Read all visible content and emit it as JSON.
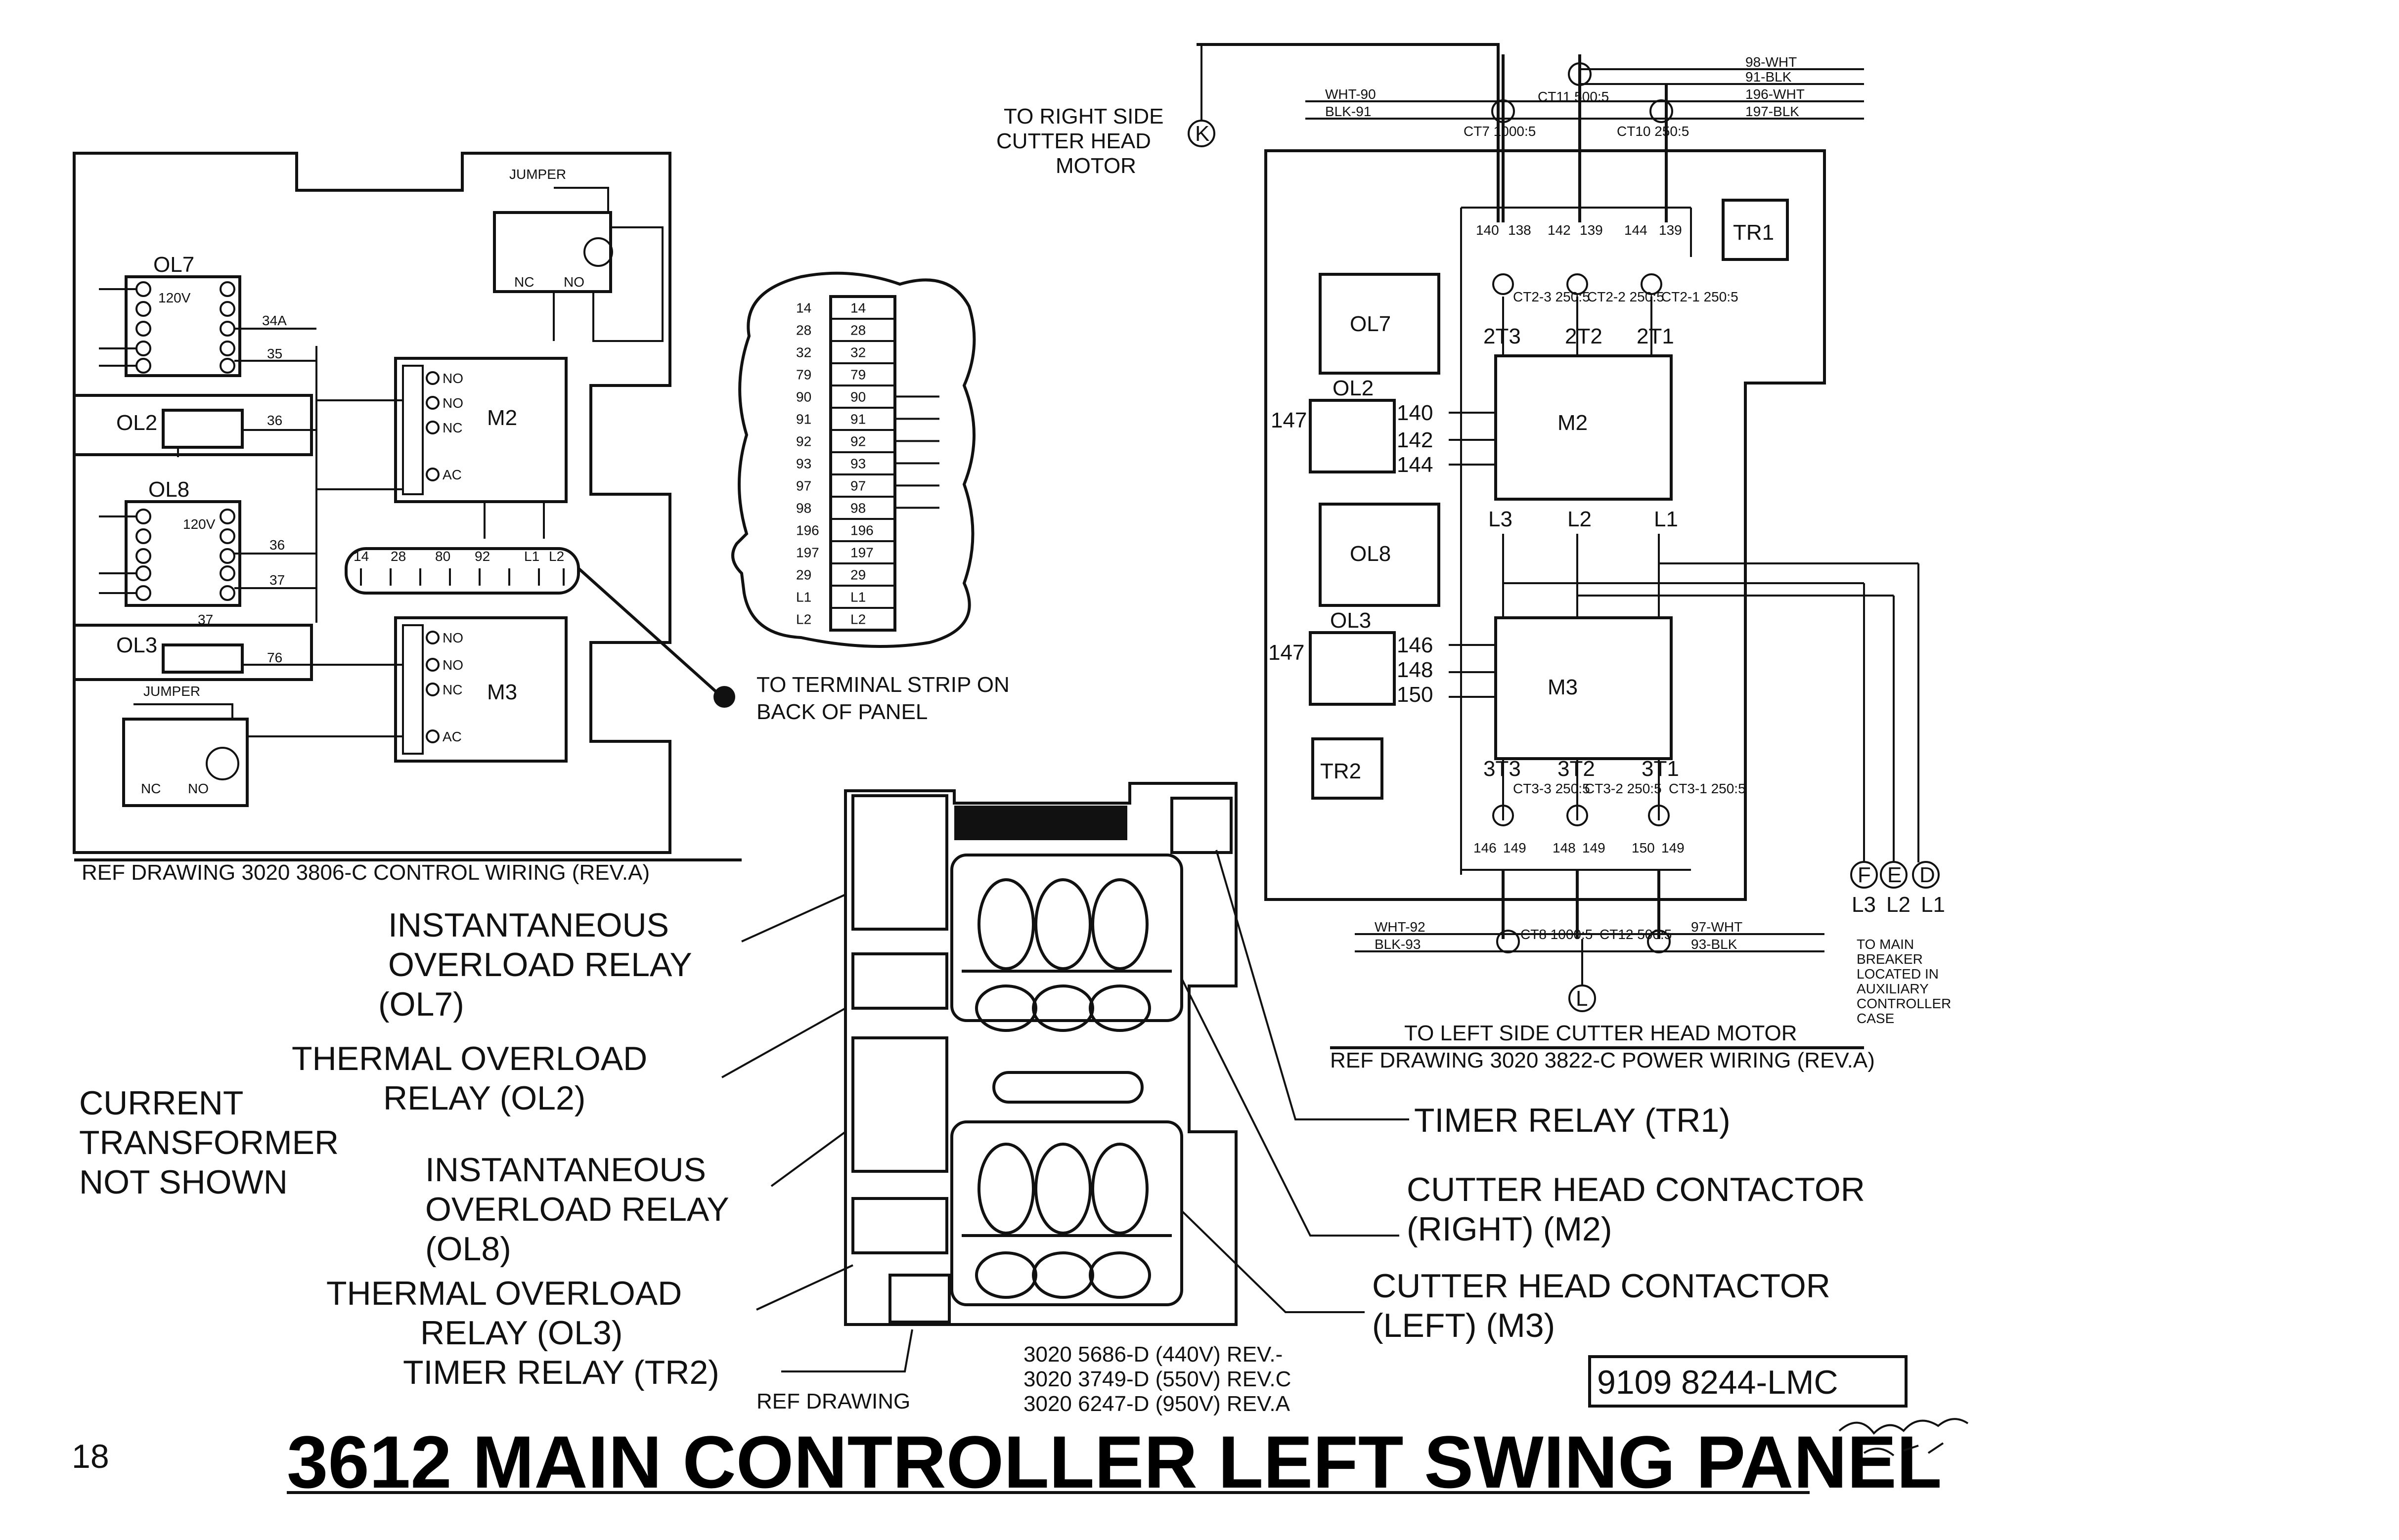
{
  "page_number": "18",
  "title": "3612 MAIN CONTROLLER LEFT SWING PANEL",
  "doc_number": "9109 8244-LMC",
  "signature": "handwritten signature and date",
  "control_wiring": {
    "ref": "REF DRAWING 3020 3806-C CONTROL WIRING (REV.A)",
    "ol7": "OL7",
    "ol2": "OL2",
    "ol8": "OL8",
    "ol3": "OL3",
    "m2": "M2",
    "m3": "M3",
    "jumper": "JUMPER",
    "wire_34a": "34A",
    "wire_35": "35",
    "wire_36": "36",
    "wire_37": "37",
    "wire_76": "76",
    "coil_120v": "120V",
    "no": "NO",
    "nc": "NC",
    "ac": "AC",
    "terminal_labels": [
      "14",
      "28",
      "80",
      "92",
      "L1",
      "L2"
    ]
  },
  "terminal_strip": {
    "label": "TO TERMINAL STRIP ON BACK OF PANEL",
    "terminals": [
      "14",
      "28",
      "32",
      "79",
      "90",
      "91",
      "92",
      "93",
      "97",
      "98",
      "196",
      "197",
      "29",
      "L1",
      "L2"
    ]
  },
  "power_wiring": {
    "to_right": "TO RIGHT SIDE CUTTER HEAD MOTOR",
    "marker_k": "K",
    "to_left": "TO LEFT SIDE CUTTER HEAD MOTOR",
    "marker_l": "L",
    "ref": "REF DRAWING 3020 3822-C POWER WIRING (REV.A)",
    "to_breaker": "TO MAIN BREAKER LOCATED IN AUXILIARY CONTROLLER CASE",
    "tr1": "TR1",
    "tr2": "TR2",
    "ol7": "OL7",
    "ol2": "OL2",
    "ol8": "OL8",
    "ol3": "OL3",
    "m2": "M2",
    "m3": "M3",
    "ct11": "CT11 500:5",
    "ct7": "CT7 1000:5",
    "ct10": "CT10 250:5",
    "ct8": "CT8 1000:5",
    "ct12": "CT12 500:5",
    "ct2_3": "CT2-3 250:5",
    "ct2_2": "CT2-2 250:5",
    "ct2_1": "CT2-1 250:5",
    "ct3_3": "CT3-3 250:5",
    "ct3_2": "CT3-2 250:5",
    "ct3_1": "CT3-1 250:5",
    "m2_terms": [
      "2T3",
      "2T2",
      "2T1"
    ],
    "m3_terms": [
      "3T3",
      "3T2",
      "3T1"
    ],
    "lines": [
      "L3",
      "L2",
      "L1"
    ],
    "markers": [
      "F",
      "E",
      "D"
    ],
    "ol2_wires": [
      "147",
      "140",
      "142",
      "144"
    ],
    "ol3_wires": [
      "147",
      "146",
      "148",
      "150"
    ],
    "top_wires": [
      "140",
      "138",
      "142",
      "139",
      "144",
      "139"
    ],
    "bottom_wires": [
      "146",
      "149",
      "148",
      "149",
      "150",
      "149"
    ],
    "right_top": [
      "98-WHT",
      "91-BLK",
      "196-WHT",
      "197-BLK"
    ],
    "left_top": [
      "WHT-90",
      "BLK-91"
    ],
    "left_bottom": [
      "WHT-92",
      "BLK-93"
    ],
    "right_bottom": [
      "97-WHT",
      "93-BLK"
    ]
  },
  "callouts": {
    "ol7": [
      "INSTANTANEOUS",
      "OVERLOAD RELAY",
      "(OL7)"
    ],
    "ol2": [
      "THERMAL OVERLOAD",
      "RELAY (OL2)"
    ],
    "ct_note": [
      "CURRENT",
      "TRANSFORMER",
      "NOT SHOWN"
    ],
    "ol8": [
      "INSTANTANEOUS",
      "OVERLOAD RELAY",
      "(OL8)"
    ],
    "ol3": [
      "THERMAL OVERLOAD",
      "RELAY (OL3)"
    ],
    "tr2": "TIMER RELAY (TR2)",
    "tr1": "TIMER RELAY (TR1)",
    "m2": [
      "CUTTER HEAD CONTACTOR",
      "(RIGHT) (M2)"
    ],
    "m3": [
      "CUTTER HEAD CONTACTOR",
      "(LEFT) (M3)"
    ]
  },
  "ref_bottom": {
    "label": "REF DRAWING",
    "lines": [
      "3020 5686-D (440V) REV.-",
      "3020 3749-D (550V) REV.C",
      "3020 6247-D (950V) REV.A"
    ]
  }
}
